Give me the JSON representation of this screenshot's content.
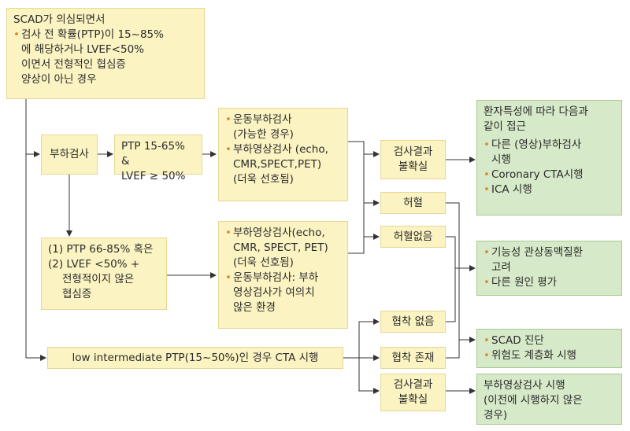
{
  "title": {
    "line1": "SCAD가 의심되면서",
    "bullet_l1": "검사 전 확률(PTP)이 15~85%",
    "bullet_l2": "에 해당하거나 LVEF<50%",
    "bullet_l3": "이면서 전형적인 협심증",
    "bullet_l4": "양상이 아닌 경우"
  },
  "stress_test": "부하검사",
  "ptp_box": {
    "l1": "PTP 15-65% &",
    "l2": "LVEF ≥ 50%"
  },
  "exercise_box": {
    "b1_l1": "운동부하검사",
    "b1_l2": "(가능한 경우)",
    "b2_l1": "부하영상검사 (echo,",
    "b2_l2": "CMR,SPECT,PET)",
    "b2_l3": "(더욱 선호됨)"
  },
  "criteria_box": {
    "l1": "(1) PTP 66-85% 혹은",
    "l2": "(2) LVEF <50% +",
    "l3": "전형적이지 않은",
    "l4": "협심증"
  },
  "imaging_box": {
    "b1_l1": "부하영상검사(echo,",
    "b1_l2": "CMR, SPECT, PET)",
    "b1_l3": "(더욱 선호됨)",
    "b2_l1": "운동부하검사: 부하",
    "b2_l2": "영상검사가 여의치",
    "b2_l3": "않은 환경"
  },
  "result_unclear_1": {
    "l1": "검사결과",
    "l2": "불확실"
  },
  "ischemia": "허혈",
  "no_ischemia": "허혈없음",
  "no_stenosis": "협착 없음",
  "stenosis": "협착 존재",
  "result_unclear_2": {
    "l1": "검사결과",
    "l2": "불확실"
  },
  "cta_box": "low intermediate PTP(15~50%)인 경우 CTA 시행",
  "approach_box": {
    "l1": "환자특성에 따라 다음과",
    "l2": "같이 접근",
    "b1_l1": "다른 (영상)부하검사",
    "b1_l2": "시행",
    "b2": "Coronary CTA시행",
    "b3": "ICA 시행"
  },
  "functional_box": {
    "b1_l1": "기능성 관상동맥질환",
    "b1_l2": "고려",
    "b2": "다른 원인 평가"
  },
  "diagnosis_box": {
    "b1": "SCAD 진단",
    "b2": "위험도 계층화 시행"
  },
  "imaging_exec_box": {
    "l1": "부하영상검사 시행",
    "l2": "(이전에 시행하지 않은",
    "l3": "경우)"
  },
  "colors": {
    "yellow_box": "#fbf3c2",
    "green_box": "#d6e9c8",
    "bullet": "#e08a2e",
    "line": "#333333"
  }
}
